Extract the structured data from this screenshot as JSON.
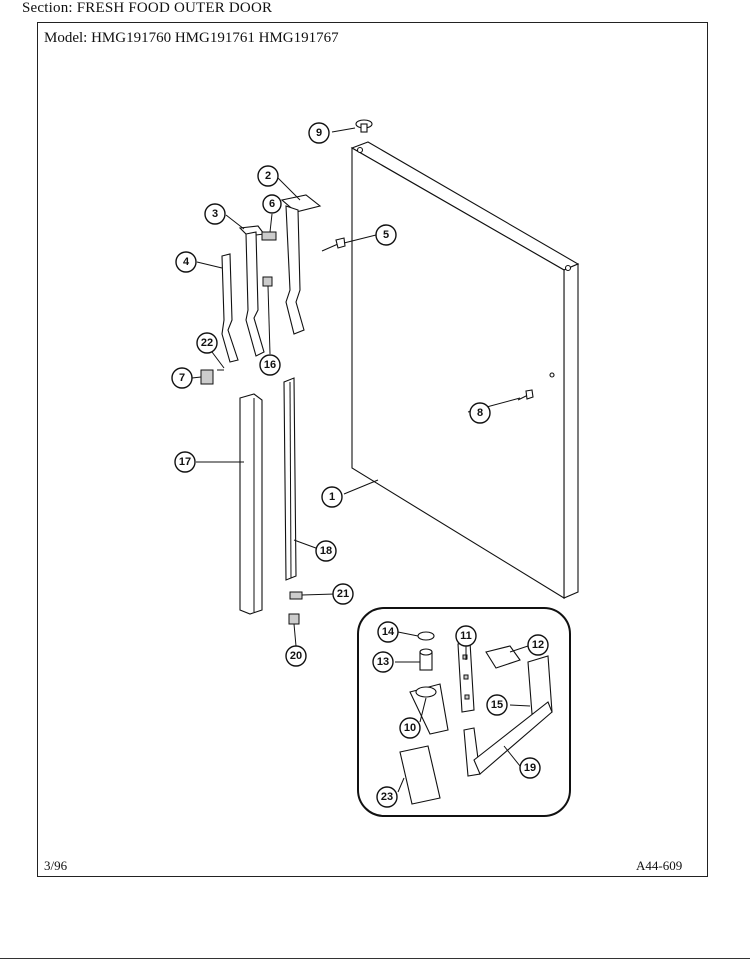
{
  "header": {
    "section_label": "Section:",
    "section_value": "FRESH FOOD OUTER DOOR",
    "model_label": "Model:",
    "models": "HMG191760  HMG191761  HMG191767"
  },
  "footer": {
    "date": "3/96",
    "doc_number": "A44-609"
  },
  "callouts": [
    "1",
    "2",
    "3",
    "4",
    "5",
    "6",
    "7",
    "8",
    "9",
    "10",
    "11",
    "12",
    "13",
    "14",
    "15",
    "16",
    "17",
    "18",
    "19",
    "20",
    "21",
    "22",
    "23"
  ]
}
